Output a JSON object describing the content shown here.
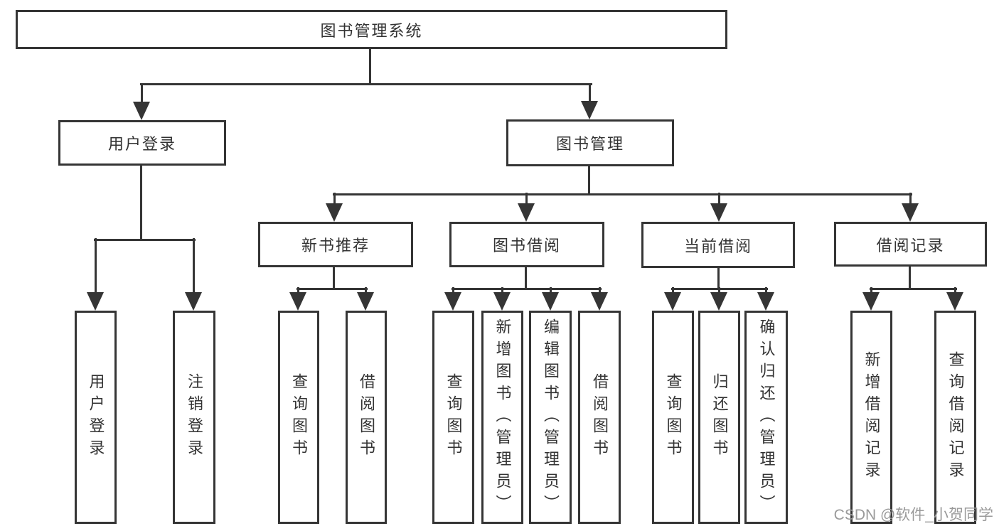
{
  "diagram": {
    "type": "tree",
    "root": {
      "label": "图书管理系统"
    },
    "level2": {
      "user_login": {
        "label": "用户登录"
      },
      "book_mgmt": {
        "label": "图书管理"
      }
    },
    "level3": {
      "new_book": {
        "label": "新书推荐"
      },
      "book_borrow": {
        "label": "图书借阅"
      },
      "current_borrow": {
        "label": "当前借阅"
      },
      "borrow_record": {
        "label": "借阅记录"
      }
    },
    "leaves": {
      "user_login": [
        "用户登录",
        "注销登录"
      ],
      "new_book": [
        "查询图书",
        "借阅图书"
      ],
      "book_borrow": [
        "查询图书",
        "新增图书（管理员）",
        "编辑图书（管理员）",
        "借阅图书"
      ],
      "current_borrow": [
        "查询图书",
        "归还图书",
        "确认归还（管理员）"
      ],
      "borrow_record": [
        "新增借阅记录",
        "查询借阅记录"
      ]
    },
    "watermark": "CSDN @软件_小贺同学",
    "colors": {
      "line": "#353535",
      "border": "#353535",
      "text": "#333333",
      "background": "#ffffff",
      "watermark": "#9a9a9a"
    }
  }
}
